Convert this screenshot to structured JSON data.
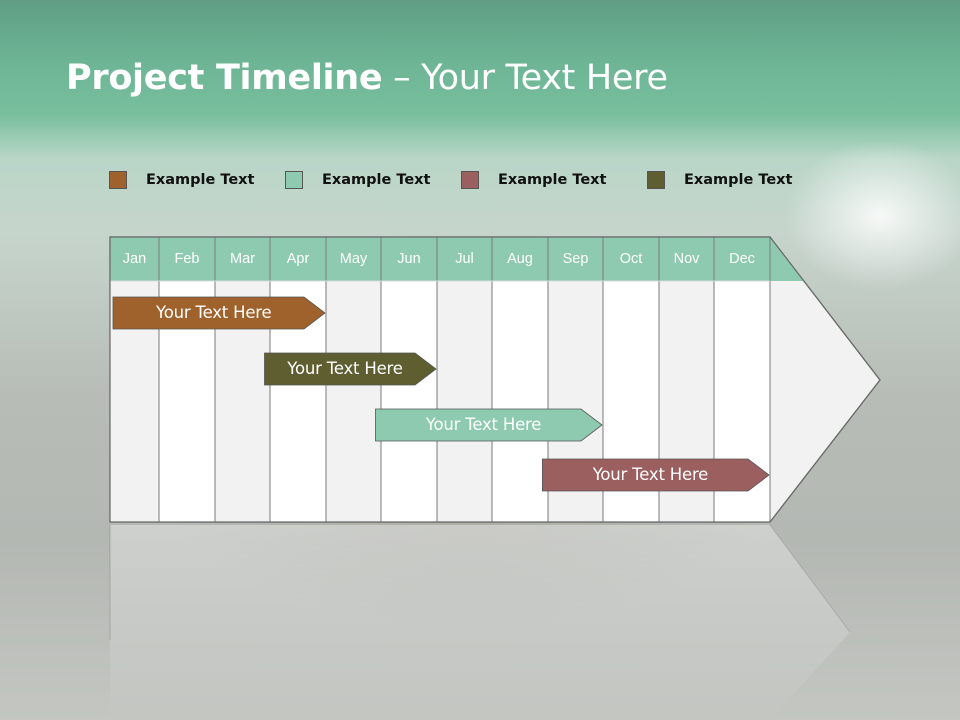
{
  "title": {
    "bold": "Project Timeline",
    "rest": " – Your Text Here"
  },
  "legend": [
    {
      "label": "Example Text",
      "color": "#a0622c"
    },
    {
      "label": "Example Text",
      "color": "#8dcab0"
    },
    {
      "label": "Example Text",
      "color": "#9c5f5f"
    },
    {
      "label": "Example Text",
      "color": "#5e5e31"
    }
  ],
  "months": [
    "Jan",
    "Feb",
    "Mar",
    "Apr",
    "May",
    "Jun",
    "Jul",
    "Aug",
    "Sep",
    "Oct",
    "Nov",
    "Dec"
  ],
  "tasks": [
    {
      "label": "Your  Text Here",
      "start_month": 1.0,
      "end_month": 4.0,
      "color": "#a0622c"
    },
    {
      "label": "Your  Text Here",
      "start_month": 3.9,
      "end_month": 6.0,
      "color": "#5e5e31"
    },
    {
      "label": "Your  Text Here",
      "start_month": 5.9,
      "end_month": 9.0,
      "color": "#8dcab0"
    },
    {
      "label": "Your  Text Here",
      "start_month": 8.9,
      "end_month": 12.0,
      "color": "#9c5f5f"
    }
  ],
  "colors": {
    "header": "#8dcab0",
    "column_light": "#f2f2f2",
    "column_white": "#ffffff"
  }
}
